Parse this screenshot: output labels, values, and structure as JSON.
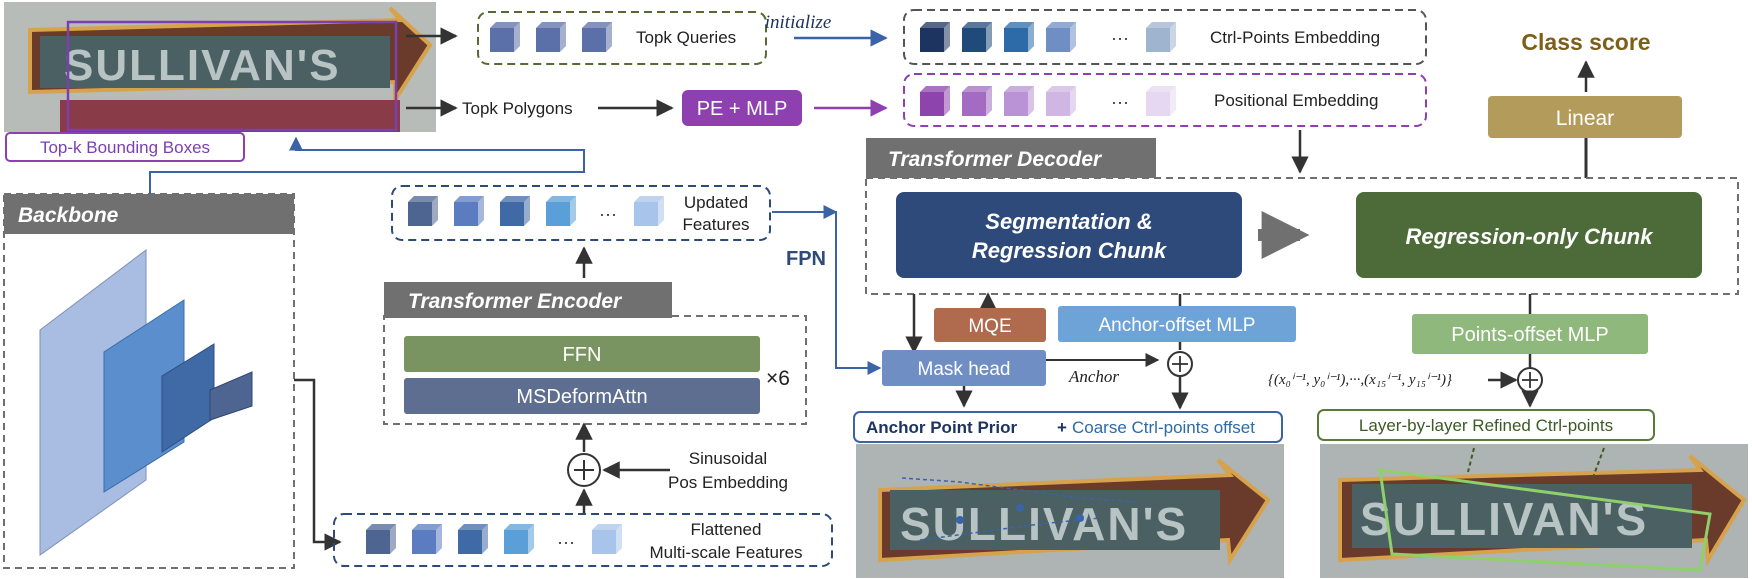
{
  "images": {
    "top_photo": {
      "sign_text": "SULLIVAN'S",
      "caption": "Top-k Bounding Boxes"
    },
    "anchor_photo": {
      "sign_text": "SULLIVAN'S"
    },
    "refined_photo": {
      "sign_text": "SULLIVAN'S"
    }
  },
  "labels": {
    "topk_queries": "Topk Queries",
    "topk_polygons": "Topk Polygons",
    "initialize": "initialize",
    "pe_mlp": "PE + MLP",
    "ctrl_points_embedding": "Ctrl-Points Embedding",
    "positional_embedding": "Positional Embedding",
    "ellipsis": "···",
    "class_score": "Class score",
    "linear": "Linear",
    "transformer_decoder": "Transformer Decoder",
    "seg_reg_chunk_1": "Segmentation &",
    "seg_reg_chunk_2": "Regression Chunk",
    "regression_only_chunk": "Regression-only Chunk",
    "backbone": "Backbone",
    "updated_features_1": "Updated",
    "updated_features_2": "Features",
    "fpn": "FPN",
    "transformer_encoder": "Transformer Encoder",
    "ffn": "FFN",
    "msdeformattn": "MSDeformAttn",
    "times_six": "×6",
    "sinusoidal_1": "Sinusoidal",
    "sinusoidal_2": "Pos Embedding",
    "flattened_1": "Flattened",
    "flattened_2": "Multi-scale Features",
    "mqe": "MQE",
    "anchor_offset_mlp": "Anchor-offset MLP",
    "mask_head": "Mask head",
    "anchor": "Anchor",
    "anchor_prior": "Anchor Point Prior",
    "plus": "+",
    "coarse_offset": "Coarse Ctrl-points offset",
    "points_offset_mlp": "Points-offset MLP",
    "formula": "{(x₀ⁱ⁻¹, y₀ⁱ⁻¹),···,(x₁₅ⁱ⁻¹, y₁₅ⁱ⁻¹)}",
    "layer_refined": "Layer-by-layer Refined Ctrl-points"
  },
  "colors": {
    "query_cube": "#5b6fa8",
    "ctrl_cubes": [
      "#1d3461",
      "#1f4a7a",
      "#2c6aa8",
      "#6f8fc4",
      "#9fb4cf"
    ],
    "pos_cubes": [
      "#8e44ad",
      "#a36bc2",
      "#b993d6",
      "#cfb6e3",
      "#e6d8f0"
    ],
    "pe_mlp": "#8e3fb0",
    "class_score": "#7d5f17",
    "linear": "#b39b5c",
    "header_grey": "#707070",
    "seg_chunk": "#2e4a7a",
    "reg_chunk": "#4c6b38",
    "ffn": "#7a9461",
    "msdeform": "#5d6e91",
    "mqe": "#b06a4d",
    "anchor_mlp": "#6ea3d8",
    "mask_head": "#6f8fc4",
    "points_mlp": "#8fb87c",
    "green_outline": "#5a7a3a",
    "fpn": "#2e4a7a"
  }
}
